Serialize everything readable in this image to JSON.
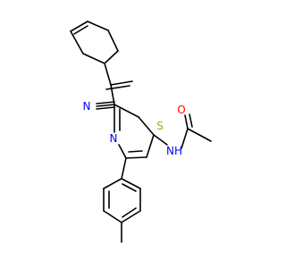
{
  "molecule": {
    "atoms": {
      "nitrogen_nitrile": "N",
      "nitrogen_ring": "N",
      "sulfur": "S",
      "oxygen": "O",
      "amide_nh": "NH"
    }
  },
  "colors": {
    "background": "#ffffff",
    "bond": "#000000",
    "nitrogen": "#0000ff",
    "oxygen": "#ff0000",
    "sulfur": "#b8a000"
  }
}
